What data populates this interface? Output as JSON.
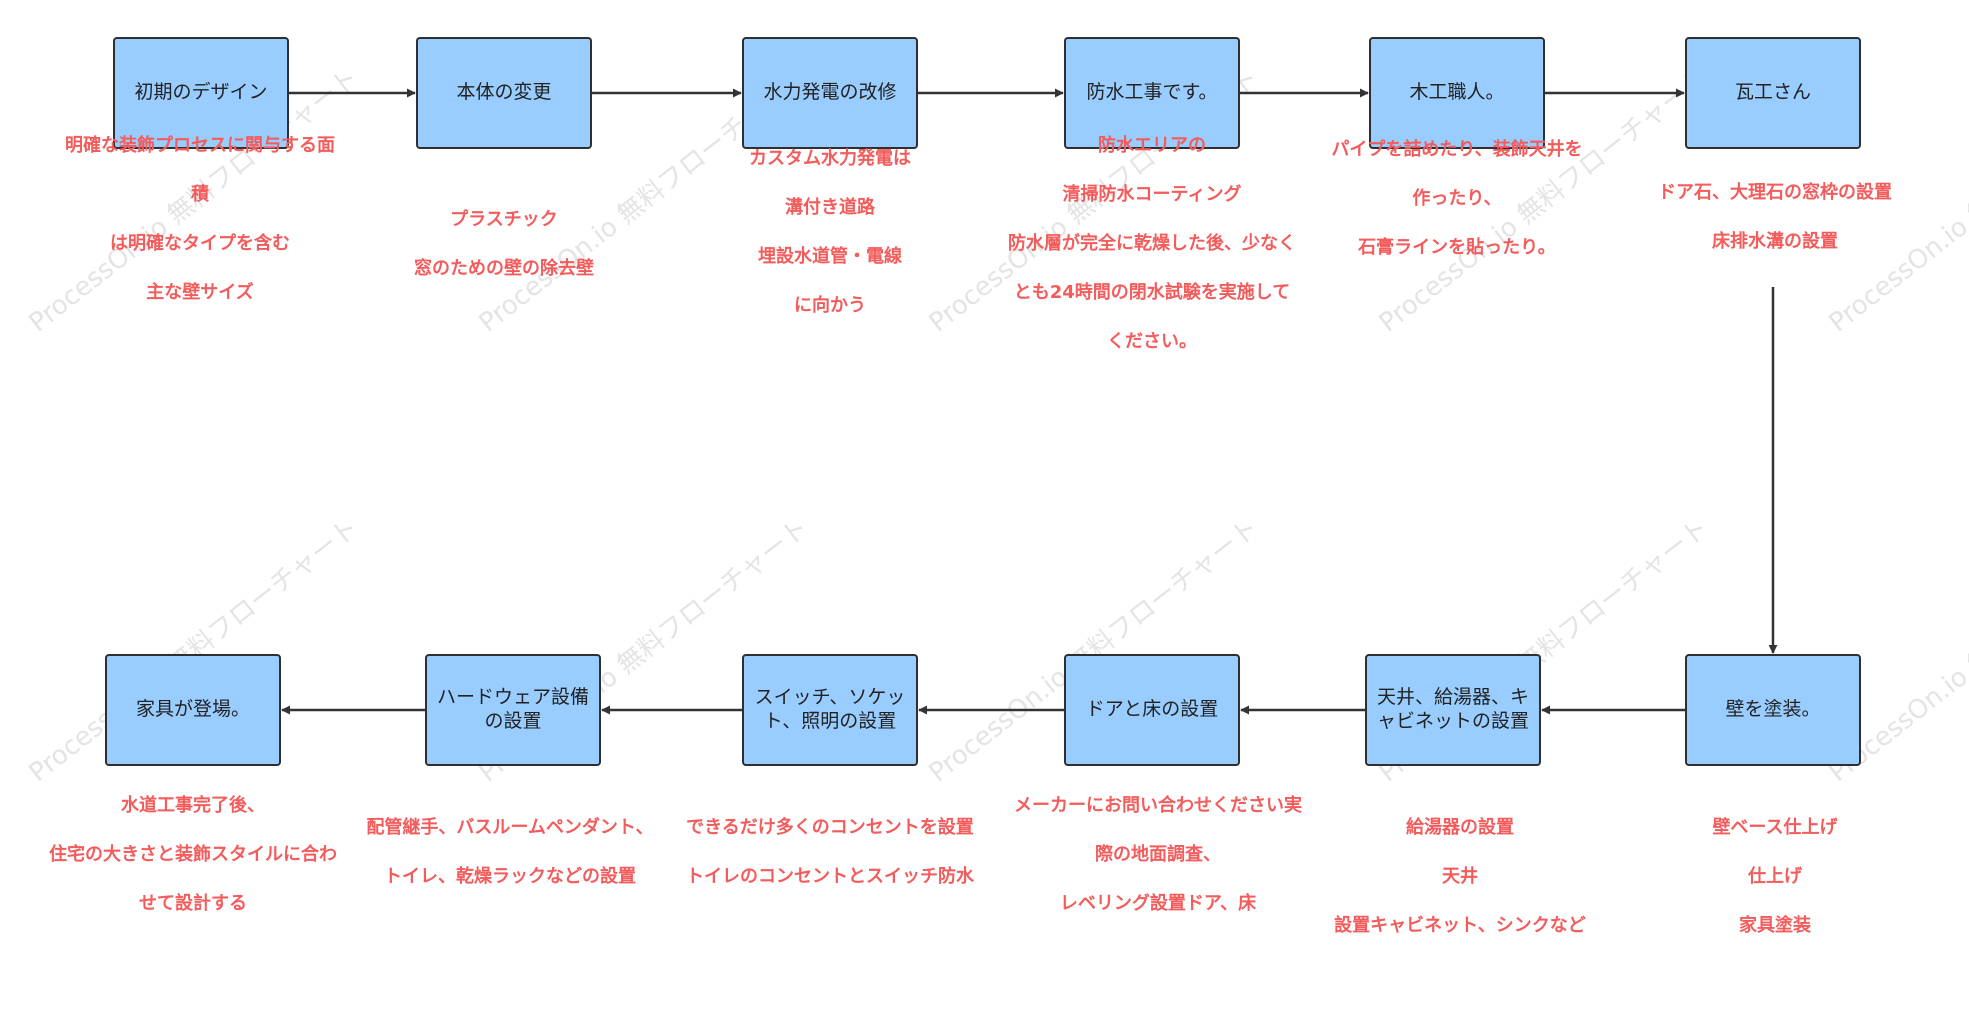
{
  "watermark": "ProcessOn.io 無料フローチャート",
  "colors": {
    "box_fill": "#99ccff",
    "box_border": "#2f2f2f",
    "arrow": "#333333",
    "note_text": "#f45c5c",
    "watermark": "#e4e4e4"
  },
  "steps": [
    {
      "label": "初期のデザイン",
      "notes": [
        "明確な装飾プロセスに関与する面",
        "積",
        "は明確なタイプを含む",
        "主な壁サイズ"
      ]
    },
    {
      "label": "本体の変更",
      "notes": [
        "プラスチック",
        "窓のための壁の除去壁"
      ]
    },
    {
      "label": "水力発電の改修",
      "notes": [
        "カスタム水力発電は",
        "溝付き道路",
        "埋設水道管・電線",
        "に向かう"
      ]
    },
    {
      "label": "防水工事です。",
      "notes": [
        "防水エリアの",
        "清掃防水コーティング",
        "防水層が完全に乾燥した後、少なく",
        "とも24時間の閉水試験を実施して",
        "ください。"
      ]
    },
    {
      "label": "木工職人。",
      "notes": [
        "パイプを詰めたり、装飾天井を",
        "作ったり、",
        "石膏ラインを貼ったり。"
      ]
    },
    {
      "label": "瓦工さん",
      "notes": [
        "ドア石、大理石の窓枠の設置",
        "床排水溝の設置"
      ]
    },
    {
      "label": "壁を塗装。",
      "notes": [
        "壁ベース仕上げ",
        "仕上げ",
        "家具塗装"
      ]
    },
    {
      "label": "天井、給湯器、キャビネットの設置",
      "notes": [
        "給湯器の設置",
        "天井",
        "設置キャビネット、シンクなど"
      ]
    },
    {
      "label": "ドアと床の設置",
      "notes": [
        "メーカーにお問い合わせください実",
        "際の地面調査、",
        "レベリング設置ドア、床"
      ]
    },
    {
      "label": "スイッチ、ソケット、照明の設置",
      "notes": [
        "できるだけ多くのコンセントを設置",
        "トイレのコンセントとスイッチ防水"
      ]
    },
    {
      "label": "ハードウェア設備の設置",
      "notes": [
        "配管継手、バスルームペンダント、",
        "トイレ、乾燥ラックなどの設置"
      ]
    },
    {
      "label": "家具が登場。",
      "notes": [
        "水道工事完了後、",
        "住宅の大きさと装飾スタイルに合わ",
        "せて設計する"
      ]
    }
  ]
}
